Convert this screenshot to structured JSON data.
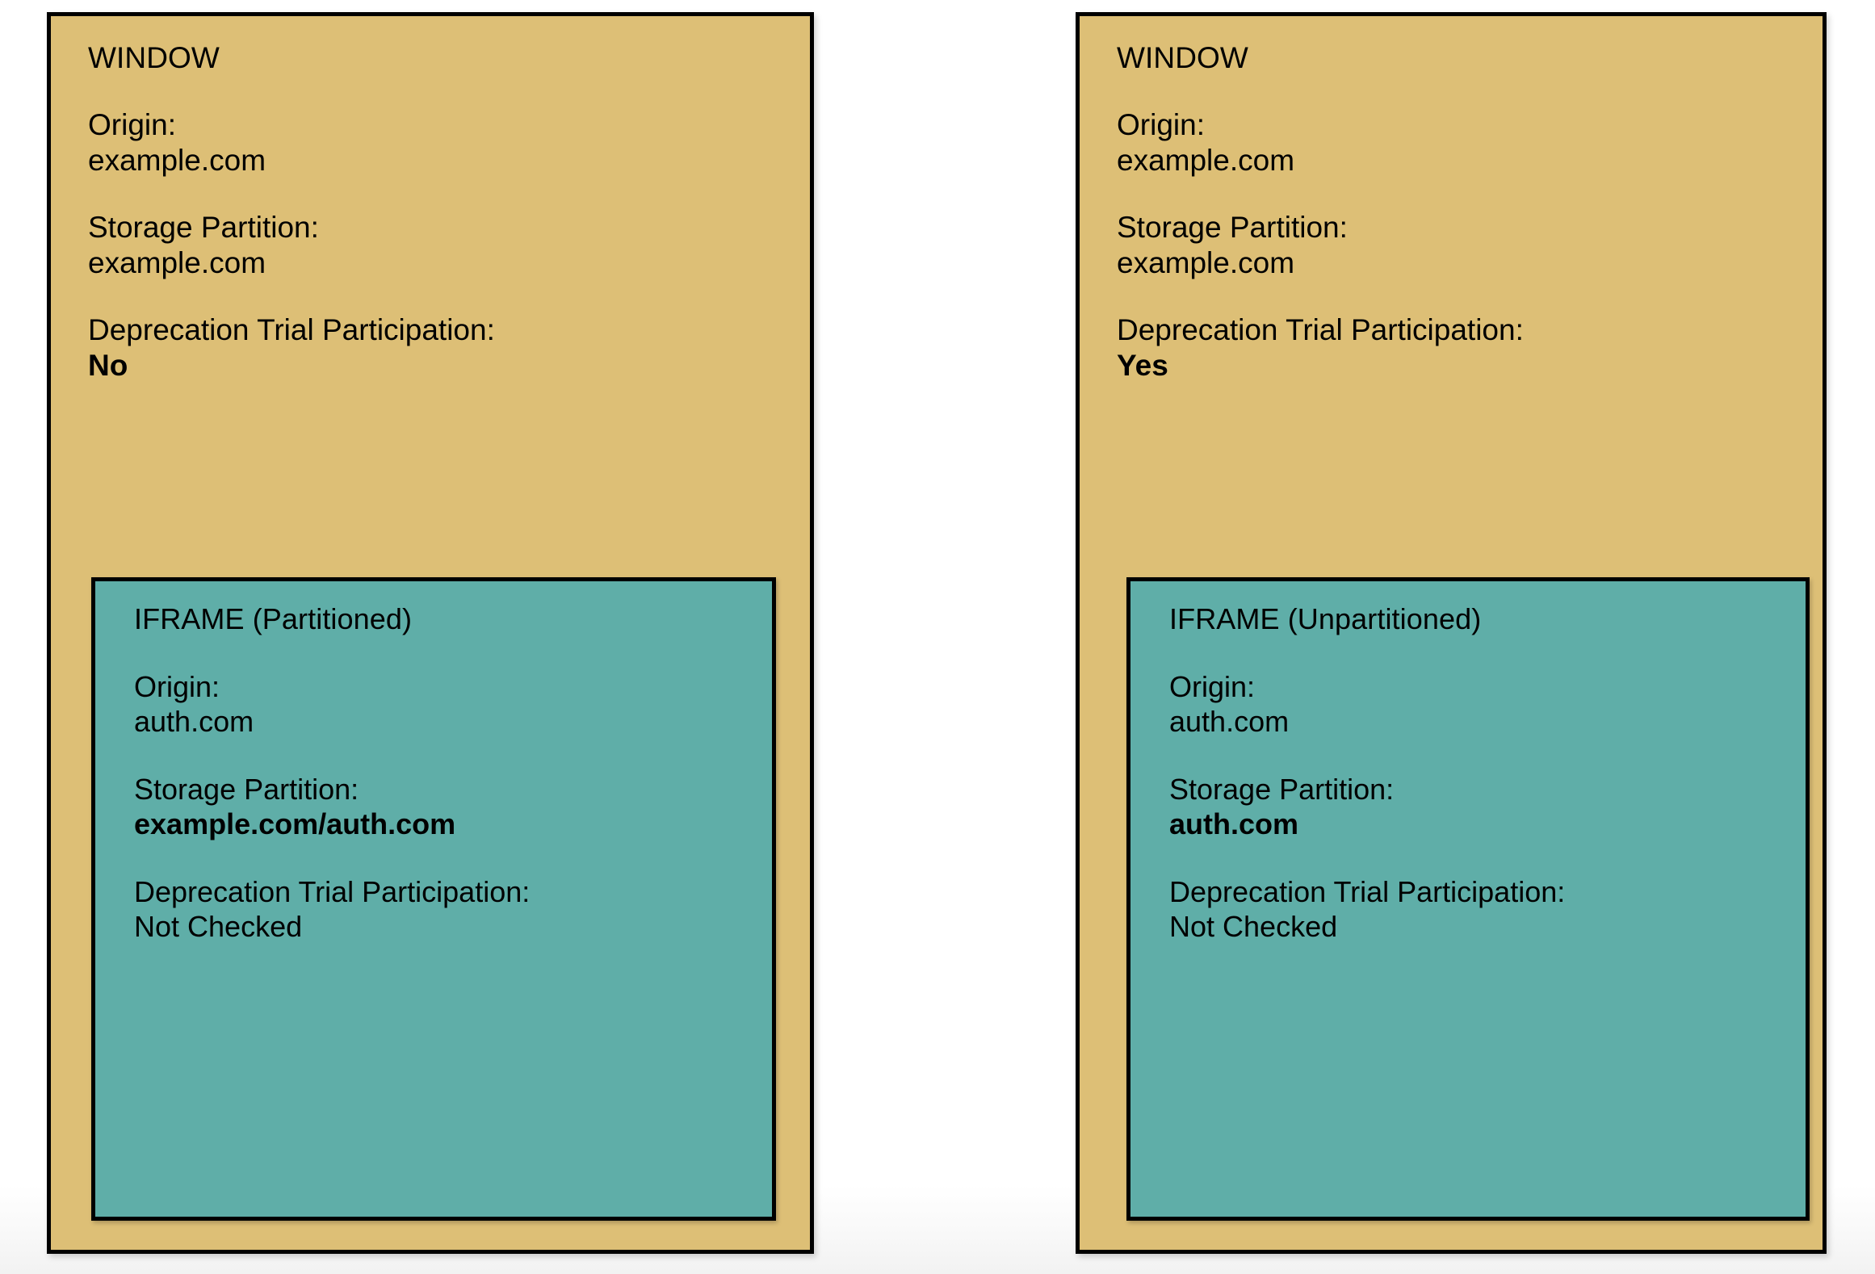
{
  "diagram": {
    "background_color": "#ffffff",
    "window_fill_color": "#ddbf76",
    "iframe_fill_color": "#5faea8",
    "border_color": "#000000",
    "panels": [
      {
        "id": "left",
        "window": {
          "heading": "WINDOW",
          "fields": [
            {
              "label": "Origin:",
              "value": "example.com",
              "bold": false
            },
            {
              "label": "Storage Partition:",
              "value": "example.com",
              "bold": false
            },
            {
              "label": "Deprecation Trial Participation:",
              "value": "No",
              "bold": true
            }
          ]
        },
        "iframe": {
          "heading": "IFRAME (Partitioned)",
          "fields": [
            {
              "label": "Origin:",
              "value": "auth.com",
              "bold": false
            },
            {
              "label": "Storage Partition:",
              "value": "example.com/auth.com",
              "bold": true
            },
            {
              "label": "Deprecation Trial Participation:",
              "value": "Not Checked",
              "bold": false
            }
          ]
        }
      },
      {
        "id": "right",
        "window": {
          "heading": "WINDOW",
          "fields": [
            {
              "label": "Origin:",
              "value": "example.com",
              "bold": false
            },
            {
              "label": "Storage Partition:",
              "value": "example.com",
              "bold": false
            },
            {
              "label": "Deprecation Trial Participation:",
              "value": "Yes",
              "bold": true
            }
          ]
        },
        "iframe": {
          "heading": "IFRAME (Unpartitioned)",
          "fields": [
            {
              "label": "Origin:",
              "value": "auth.com",
              "bold": false
            },
            {
              "label": "Storage Partition:",
              "value": "auth.com",
              "bold": true
            },
            {
              "label": "Deprecation Trial Participation:",
              "value": "Not Checked",
              "bold": false
            }
          ]
        }
      }
    ]
  }
}
